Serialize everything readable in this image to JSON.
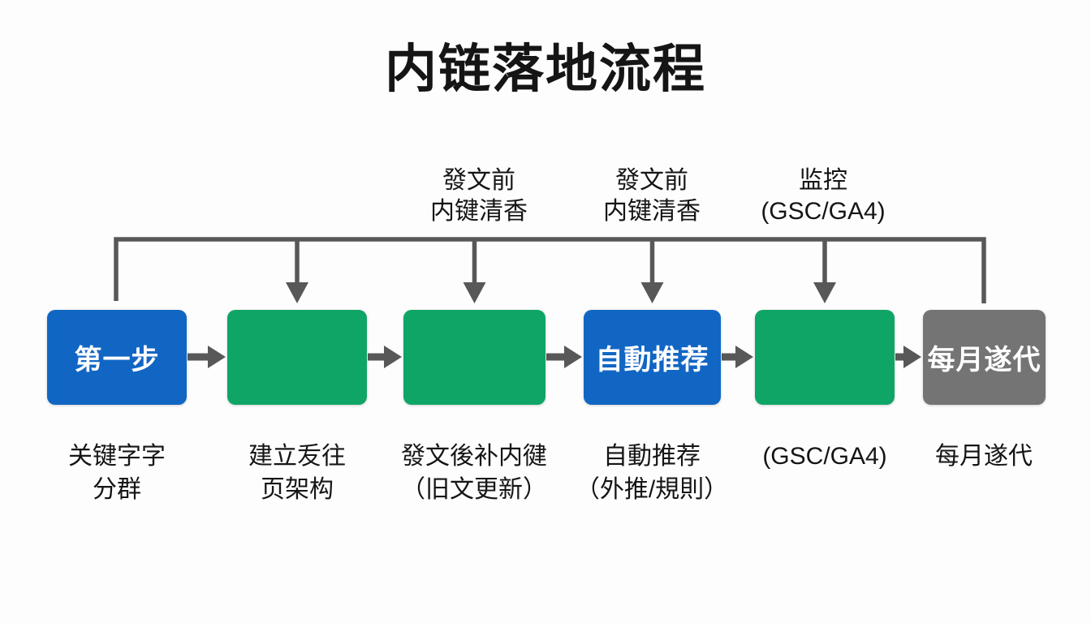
{
  "title": "内链落地流程",
  "colors": {
    "blue": "#1166C4",
    "green": "#0FA567",
    "gray": "#747474",
    "connector": "#585858",
    "text": "#151515",
    "box_text": "#FFFFFF",
    "background": "#FDFDFD"
  },
  "top_annotations": [
    {
      "lines": [
        "發文前",
        "内键清香"
      ]
    },
    {
      "lines": [
        "發文前",
        "内键清香"
      ]
    },
    {
      "lines": [
        "监控",
        "(GSC/GA4)"
      ]
    }
  ],
  "steps": [
    {
      "box_label": "第一步",
      "color": "blue",
      "caption": [
        "关键字字",
        "分群"
      ]
    },
    {
      "box_label": "",
      "color": "green",
      "caption": [
        "建立叐往",
        "页架构"
      ]
    },
    {
      "box_label": "",
      "color": "green",
      "caption": [
        "發文後补内徤",
        "（旧文更新）"
      ]
    },
    {
      "box_label": "自動推荐",
      "color": "blue",
      "caption": [
        "自動推荐",
        "（外推/規則）"
      ]
    },
    {
      "box_label": "",
      "color": "green",
      "caption": [
        "(GSC/GA4)"
      ]
    },
    {
      "box_label": "每月遂代",
      "color": "gray",
      "caption": [
        "每月遂代"
      ]
    }
  ]
}
